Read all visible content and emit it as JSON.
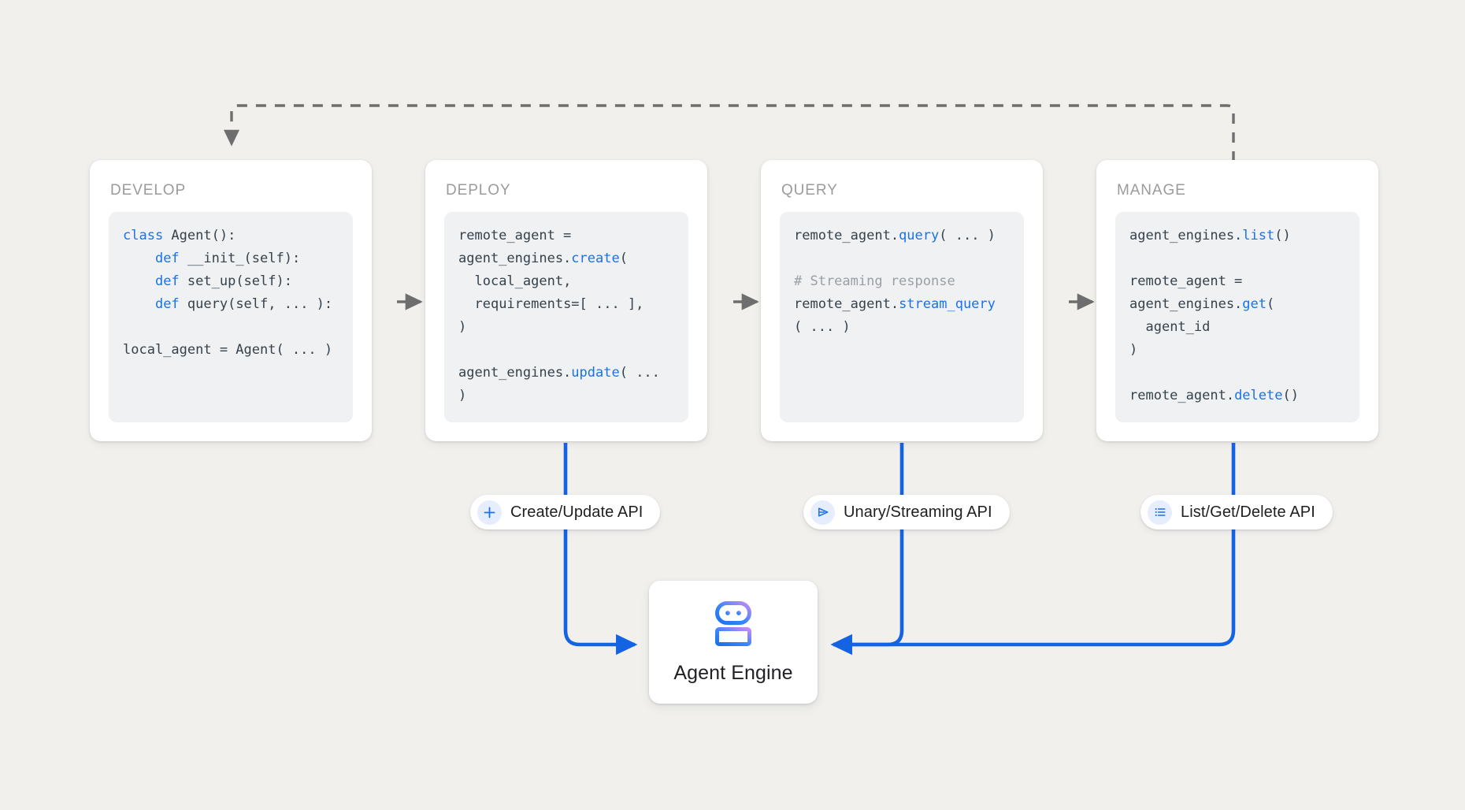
{
  "canvas": {
    "background": "#f1f0ed",
    "accent_blue": "#1a73e8",
    "wire_blue": "#1463e3",
    "dashed_gray": "#6e6e6e",
    "code_bg": "#eff1f3",
    "title_gray": "#9b9b9b"
  },
  "stages": [
    {
      "title": "DEVELOP",
      "code_lines": [
        [
          {
            "t": "class ",
            "c": "kw"
          },
          {
            "t": "Agent():",
            "c": "plain"
          }
        ],
        [
          {
            "t": "    ",
            "c": "plain"
          },
          {
            "t": "def ",
            "c": "kw"
          },
          {
            "t": "__init_(self):",
            "c": "plain"
          }
        ],
        [
          {
            "t": "    ",
            "c": "plain"
          },
          {
            "t": "def ",
            "c": "kw"
          },
          {
            "t": "set_up(self):",
            "c": "plain"
          }
        ],
        [
          {
            "t": "    ",
            "c": "plain"
          },
          {
            "t": "def ",
            "c": "kw"
          },
          {
            "t": "query(self, ... ):",
            "c": "plain"
          }
        ],
        [
          {
            "t": "",
            "c": "plain"
          }
        ],
        [
          {
            "t": "local_agent = Agent( ... )",
            "c": "plain"
          }
        ]
      ]
    },
    {
      "title": "DEPLOY",
      "code_lines": [
        [
          {
            "t": "remote_agent =",
            "c": "plain"
          }
        ],
        [
          {
            "t": "agent_engines.",
            "c": "plain"
          },
          {
            "t": "create",
            "c": "fn"
          },
          {
            "t": "(",
            "c": "plain"
          }
        ],
        [
          {
            "t": "  local_agent,",
            "c": "plain"
          }
        ],
        [
          {
            "t": "  requirements=[ ... ],",
            "c": "plain"
          }
        ],
        [
          {
            "t": ")",
            "c": "plain"
          }
        ],
        [
          {
            "t": "",
            "c": "plain"
          }
        ],
        [
          {
            "t": "agent_engines.",
            "c": "plain"
          },
          {
            "t": "update",
            "c": "fn"
          },
          {
            "t": "( ... )",
            "c": "plain"
          }
        ]
      ]
    },
    {
      "title": "QUERY",
      "code_lines": [
        [
          {
            "t": "remote_agent.",
            "c": "plain"
          },
          {
            "t": "query",
            "c": "fn"
          },
          {
            "t": "( ... )",
            "c": "plain"
          }
        ],
        [
          {
            "t": "",
            "c": "plain"
          }
        ],
        [
          {
            "t": "# Streaming response",
            "c": "cm"
          }
        ],
        [
          {
            "t": "remote_agent.",
            "c": "plain"
          },
          {
            "t": "stream_query",
            "c": "fn"
          }
        ],
        [
          {
            "t": "( ... )",
            "c": "plain"
          }
        ]
      ]
    },
    {
      "title": "MANAGE",
      "code_lines": [
        [
          {
            "t": "agent_engines.",
            "c": "plain"
          },
          {
            "t": "list",
            "c": "fn"
          },
          {
            "t": "()",
            "c": "plain"
          }
        ],
        [
          {
            "t": "",
            "c": "plain"
          }
        ],
        [
          {
            "t": "remote_agent =",
            "c": "plain"
          }
        ],
        [
          {
            "t": "agent_engines.",
            "c": "plain"
          },
          {
            "t": "get",
            "c": "fn"
          },
          {
            "t": "(",
            "c": "plain"
          }
        ],
        [
          {
            "t": "  agent_id",
            "c": "plain"
          }
        ],
        [
          {
            "t": ")",
            "c": "plain"
          }
        ],
        [
          {
            "t": "",
            "c": "plain"
          }
        ],
        [
          {
            "t": "remote_agent.",
            "c": "plain"
          },
          {
            "t": "delete",
            "c": "fn"
          },
          {
            "t": "()",
            "c": "plain"
          }
        ]
      ]
    }
  ],
  "api_pills": [
    {
      "label": "Create/Update API",
      "icon": "plus-icon"
    },
    {
      "label": "Unary/Streaming API",
      "icon": "send-triangle-icon"
    },
    {
      "label": "List/Get/Delete API",
      "icon": "list-lines-icon"
    }
  ],
  "agent_engine": {
    "label": "Agent Engine",
    "icon": "robot-icon",
    "icon_gradient_from": "#1a73e8",
    "icon_gradient_to": "#c58af9"
  },
  "connectors": {
    "feedback_loop_style": "dashed",
    "stage_arrow_style": "dashed",
    "api_wire_style": "solid-blue"
  }
}
